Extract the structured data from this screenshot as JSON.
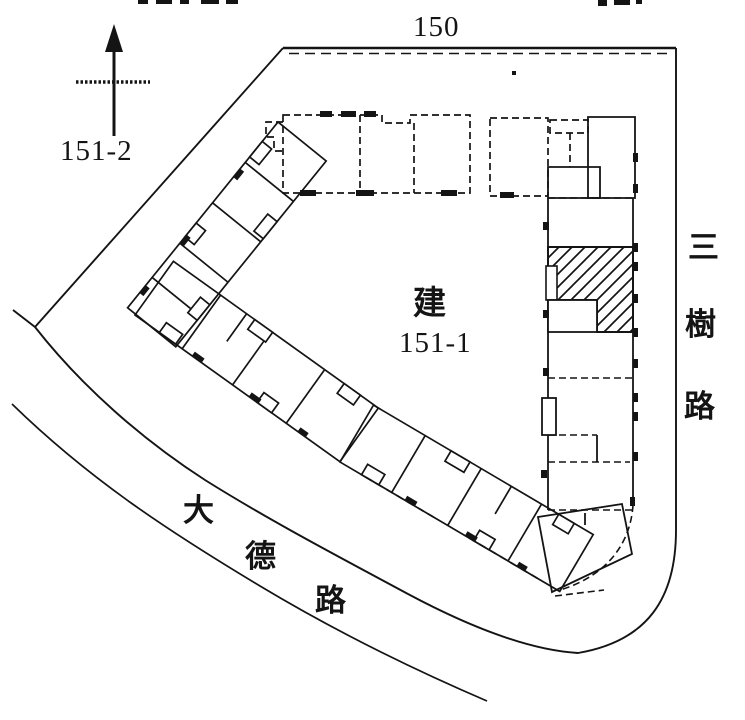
{
  "canvas": {
    "ink_color": "#141414",
    "paper_color": "#ffffff"
  },
  "labels": {
    "parcel_top": "150",
    "parcel_west": "151-2",
    "site_marker": "建",
    "site_parcel": "151-1"
  },
  "roads": {
    "east": {
      "name": "三樹路",
      "chars": [
        "三",
        "樹",
        "路"
      ],
      "orientation": "vertical"
    },
    "southwest": {
      "name": "大德路",
      "chars": [
        "大",
        "德",
        "路"
      ],
      "orientation": "diagonal"
    }
  },
  "icons": {
    "north_arrow": "north-arrow"
  },
  "features": {
    "hatched_unit": "diagonal-hatched building unit in east row",
    "boundary": "site boundary with rounded south-east corner"
  }
}
